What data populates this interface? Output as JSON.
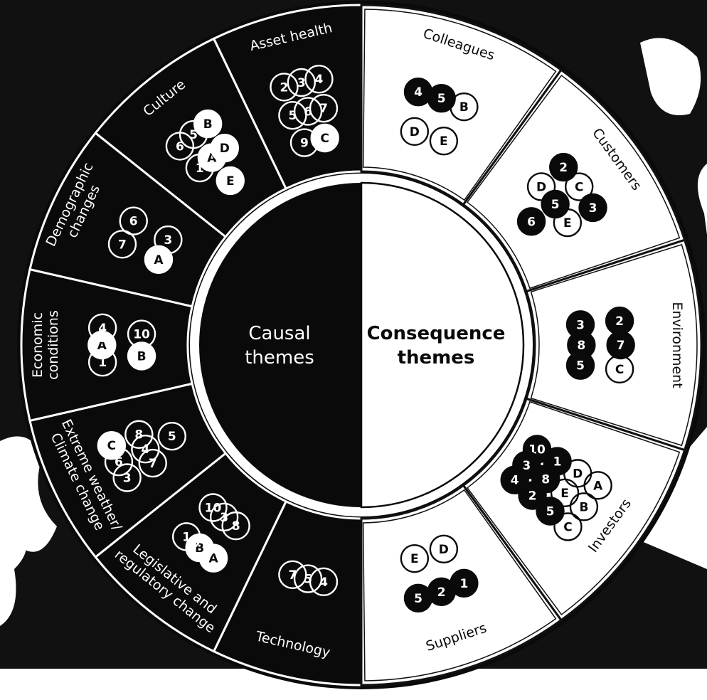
{
  "diagram": {
    "center_left_label": [
      "Causal",
      "themes"
    ],
    "center_right_label": [
      "Consequence",
      "themes"
    ],
    "causal_sectors": [
      {
        "label": [
          "Technology"
        ],
        "markers": [
          {
            "t": "4",
            "s": "o"
          },
          {
            "t": "5",
            "s": "o"
          },
          {
            "t": "7",
            "s": "o"
          }
        ]
      },
      {
        "label": [
          "Legislative and",
          "regulatory change"
        ],
        "markers": [
          {
            "t": "A",
            "s": "w"
          },
          {
            "t": "B",
            "s": "w"
          },
          {
            "t": "1",
            "s": "o"
          },
          {
            "t": "8",
            "s": "o"
          },
          {
            "t": "3",
            "s": "o"
          },
          {
            "t": "10",
            "s": "o"
          }
        ]
      },
      {
        "label": [
          "Extreme weather/",
          "Climate change"
        ],
        "markers": [
          {
            "t": "3",
            "s": "o"
          },
          {
            "t": "6",
            "s": "o"
          },
          {
            "t": "C",
            "s": "w"
          },
          {
            "t": "7",
            "s": "o"
          },
          {
            "t": "4",
            "s": "o"
          },
          {
            "t": "8",
            "s": "o"
          },
          {
            "t": "5",
            "s": "o"
          }
        ]
      },
      {
        "label": [
          "Economic",
          "conditions"
        ],
        "markers": [
          {
            "t": "1",
            "s": "o"
          },
          {
            "t": "A",
            "s": "w"
          },
          {
            "t": "4",
            "s": "o"
          },
          {
            "t": "B",
            "s": "w"
          },
          {
            "t": "10",
            "s": "o"
          }
        ]
      },
      {
        "label": [
          "Demographic",
          "changes"
        ],
        "markers": [
          {
            "t": "7",
            "s": "o"
          },
          {
            "t": "6",
            "s": "o"
          },
          {
            "t": "A",
            "s": "w"
          },
          {
            "t": "3",
            "s": "o"
          }
        ]
      },
      {
        "label": [
          "Culture"
        ],
        "markers": [
          {
            "t": "6",
            "s": "o"
          },
          {
            "t": "5",
            "s": "o"
          },
          {
            "t": "B",
            "s": "w"
          },
          {
            "t": "1",
            "s": "o"
          },
          {
            "t": "A",
            "s": "w"
          },
          {
            "t": "D",
            "s": "w"
          },
          {
            "t": "E",
            "s": "w"
          }
        ]
      },
      {
        "label": [
          "Asset health"
        ],
        "markers": [
          {
            "t": "2",
            "s": "o"
          },
          {
            "t": "3",
            "s": "o"
          },
          {
            "t": "4",
            "s": "o"
          },
          {
            "t": "5",
            "s": "o"
          },
          {
            "t": "6",
            "s": "o"
          },
          {
            "t": "7",
            "s": "o"
          },
          {
            "t": "9",
            "s": "o"
          },
          {
            "t": "C",
            "s": "w"
          }
        ]
      }
    ],
    "consequence_sectors": [
      {
        "label": [
          "Colleagues"
        ],
        "markers": [
          {
            "t": "4",
            "s": "b"
          },
          {
            "t": "5",
            "s": "b"
          },
          {
            "t": "B",
            "s": "o"
          },
          {
            "t": "D",
            "s": "o"
          },
          {
            "t": "E",
            "s": "o"
          }
        ]
      },
      {
        "label": [
          "Customers"
        ],
        "markers": [
          {
            "t": "2",
            "s": "b"
          },
          {
            "t": "C",
            "s": "o"
          },
          {
            "t": "3",
            "s": "b"
          },
          {
            "t": "D",
            "s": "o"
          },
          {
            "t": "5",
            "s": "b"
          },
          {
            "t": "E",
            "s": "o"
          },
          {
            "t": "6",
            "s": "b"
          }
        ]
      },
      {
        "label": [
          "Environment"
        ],
        "markers": [
          {
            "t": "2",
            "s": "b"
          },
          {
            "t": "7",
            "s": "b"
          },
          {
            "t": "C",
            "s": "o"
          },
          {
            "t": "3",
            "s": "b"
          },
          {
            "t": "8",
            "s": "b"
          },
          {
            "t": "5",
            "s": "b"
          }
        ]
      },
      {
        "label": [
          "Investors"
        ],
        "markers": [
          {
            "t": "A",
            "s": "o"
          },
          {
            "t": "B",
            "s": "o"
          },
          {
            "t": "C",
            "s": "o"
          },
          {
            "t": "D",
            "s": "o"
          },
          {
            "t": "E",
            "s": "o"
          },
          {
            "t": "5",
            "s": "b"
          },
          {
            "t": "1",
            "s": "b"
          },
          {
            "t": "8",
            "s": "b"
          },
          {
            "t": "2",
            "s": "b"
          },
          {
            "t": "10",
            "s": "b"
          },
          {
            "t": "3",
            "s": "b"
          },
          {
            "t": "4",
            "s": "b"
          }
        ]
      },
      {
        "label": [
          "Suppliers"
        ],
        "markers": [
          {
            "t": "1",
            "s": "b"
          },
          {
            "t": "2",
            "s": "b"
          },
          {
            "t": "5",
            "s": "b"
          },
          {
            "t": "D",
            "s": "o"
          },
          {
            "t": "E",
            "s": "o"
          }
        ]
      }
    ]
  },
  "colors": {
    "dark": "#0a0a0a",
    "light": "#ffffff",
    "divider": "#ffffff",
    "light_divider": "#111111"
  }
}
